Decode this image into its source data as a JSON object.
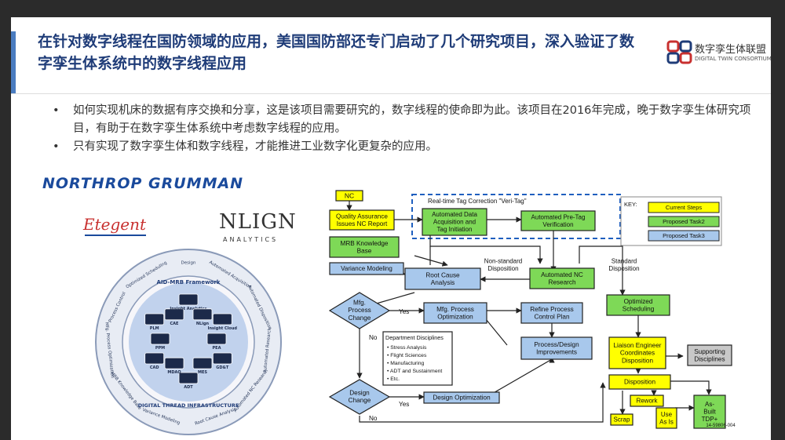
{
  "slide": {
    "title": "在针对数字线程在国防领域的应用，美国国防部还专门启动了几个研究项目，深入验证了数字孪生体系统中的数字线程应用",
    "brand": {
      "name": "数字孪生体联盟",
      "sub": "DIGITAL TWIN CONSORTIUM",
      "icon": "consortium-logo-icon"
    },
    "bullets": [
      "如何实现机床的数据有序交换和分享，这是该项目需要研究的，数字线程的使命即为此。该项目在2016年完成，晚于数字孪生体研究项目，有助于在数字孪生体系统中考虑数字线程的应用。",
      "只有实现了数字孪生体和数字线程，才能推进工业数字化更复杂的应用。"
    ]
  },
  "logos": {
    "northrop": "NORTHROP GRUMMAN",
    "etegent": "Etegent",
    "nlign": "NLIGN",
    "nlign_sub": "ANALYTICS"
  },
  "wheel": {
    "title": "AID-MRB Framework",
    "bottom_label": "DIGITAL THREAD INFRASTRUCTURE",
    "outer": [
      "Variance Modeling",
      "MRB Knowledge Base",
      "Mfg. Process Optimization",
      "Process Control",
      "Optimized Scheduling",
      "Design",
      "Automated Acquisition",
      "Automated Disposition",
      "Automated Research",
      "Automated NC Research",
      "Root Cause Analysis"
    ],
    "inner": [
      "PEA",
      "GD&T",
      "MES",
      "ADT",
      "MDAO",
      "CAD",
      "PPM",
      "PLM",
      "CAE",
      "Insight Analytics",
      "NLign",
      "Insight Cloud"
    ]
  },
  "flow": {
    "veri_tag_title": "Real-time Tag Correction \"Veri-Tag\"",
    "boxes": {
      "nc": "NC",
      "qa": [
        "Quality Assurance",
        "Issues NC Report"
      ],
      "ada": [
        "Automated Data",
        "Acquisition and",
        "Tag Initiation"
      ],
      "apt": [
        "Automated Pre-Tag",
        "Verification"
      ],
      "mrb": [
        "MRB Knowledge",
        "Base"
      ],
      "var": [
        "Variance Modeling"
      ],
      "rca": [
        "Root Cause",
        "Analysis"
      ],
      "anc": [
        "Automated NC",
        "Research"
      ],
      "mpo": [
        "Mfg. Process",
        "Optimization"
      ],
      "rpc": [
        "Refine Process",
        "Control Plan"
      ],
      "pdi": [
        "Process/Design",
        "Improvements"
      ],
      "dop": [
        "Design Optimization"
      ],
      "osch": [
        "Optimized",
        "Scheduling"
      ],
      "liaison": [
        "Liaison Engineer",
        "Coordinates",
        "Disposition"
      ],
      "support": [
        "Supporting",
        "Disciplines"
      ],
      "disp": [
        "Disposition"
      ],
      "rework": [
        "Rework"
      ],
      "scrap": [
        "Scrap"
      ],
      "useas": [
        "Use",
        "As Is"
      ],
      "asbuilt": [
        "As-",
        "Built",
        "TDP+"
      ]
    },
    "diamonds": {
      "mfg": [
        "Mfg.",
        "Process",
        "Change"
      ],
      "design": [
        "Design",
        "Change"
      ]
    },
    "labels": {
      "nonstd": [
        "Non-standard",
        "Disposition"
      ],
      "std": [
        "Standard",
        "Disposition"
      ],
      "yes1": "Yes",
      "no1": "No",
      "yes2": "Yes",
      "no2": "No"
    },
    "dept": {
      "title": "Department Disciplines",
      "items": [
        "Stress Analysis",
        "Flight Sciences",
        "Manufacturing",
        "ADT and Sustainment",
        "Etc."
      ]
    },
    "key": {
      "title": "KEY:",
      "items": [
        "Current Steps",
        "Proposed Task2",
        "Proposed Task3"
      ]
    },
    "figure_id": "14-59806-004"
  },
  "colors": {
    "title": "#1f3c78",
    "yellow": "#ffff00",
    "green": "#7ed957",
    "blue": "#a8c8ec",
    "gray": "#c8c8c8",
    "dashed": "#1f5fbf",
    "stroke": "#222222"
  }
}
